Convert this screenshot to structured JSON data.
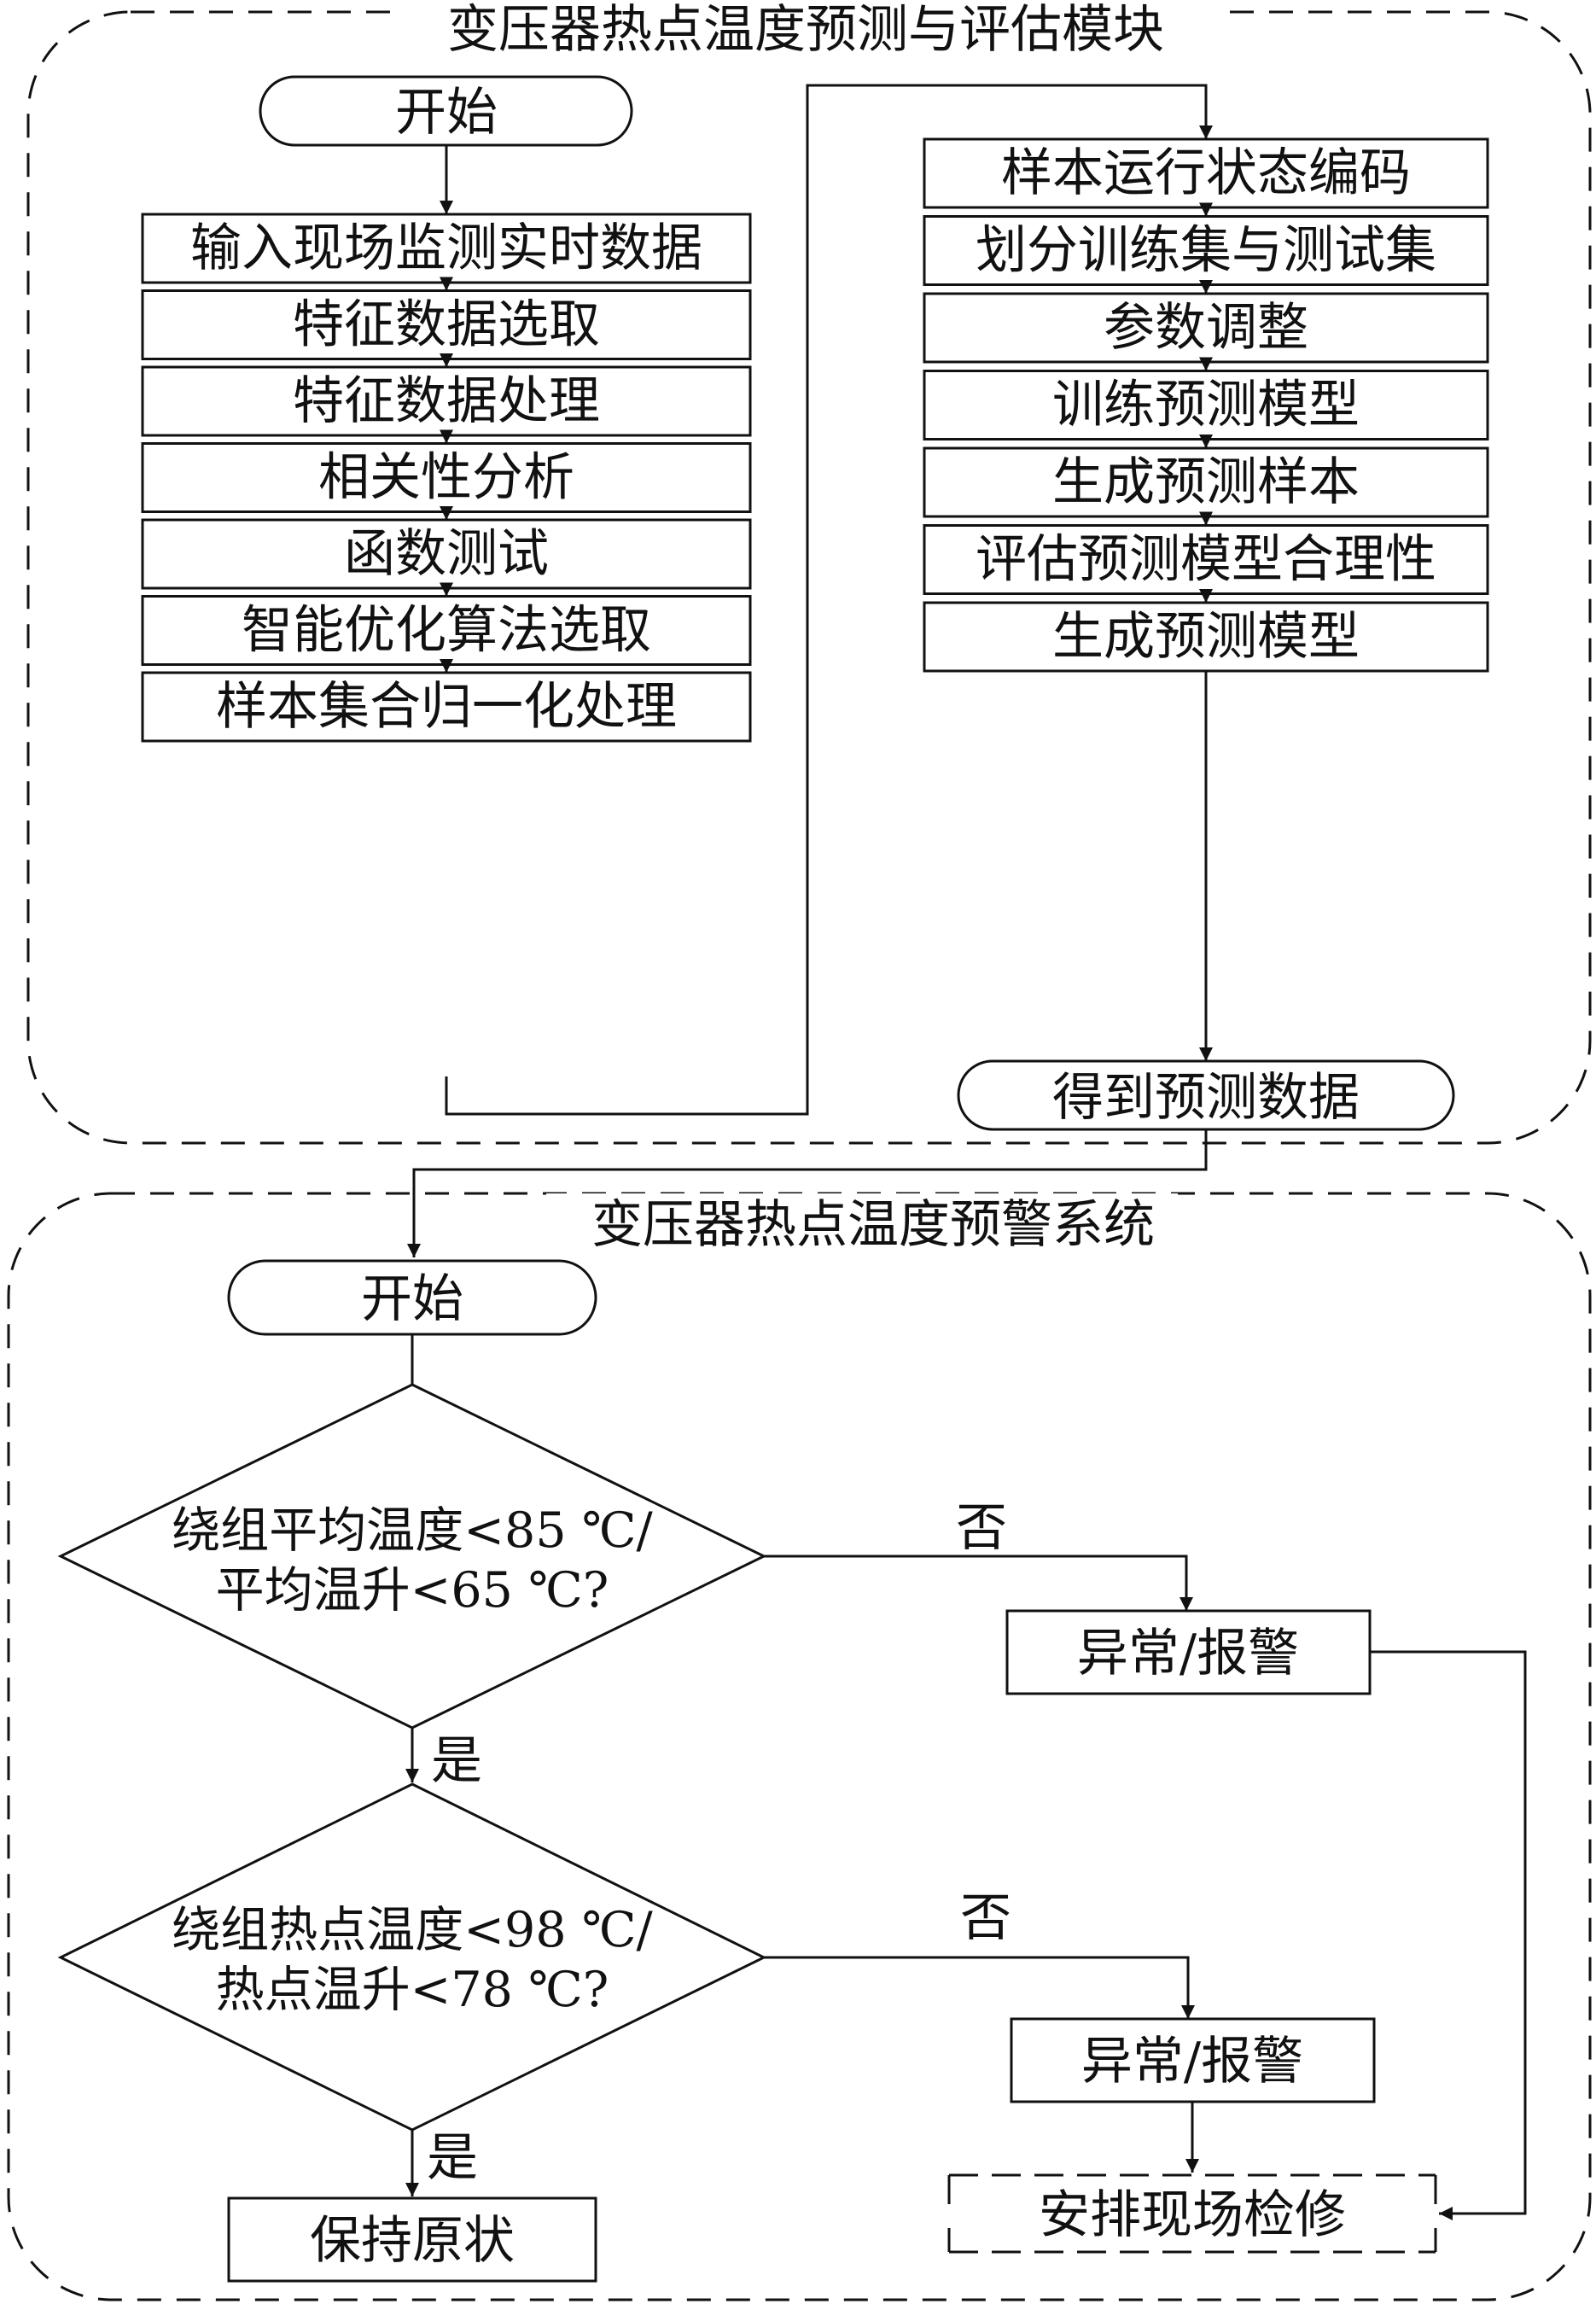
{
  "diagram": {
    "prediction_module": {
      "title": "变压器热点温度预测与评估模块",
      "start": "开始",
      "left_steps": [
        "输入现场监测实时数据",
        "特征数据选取",
        "特征数据处理",
        "相关性分析",
        "函数测试",
        "智能优化算法选取",
        "样本集合归一化处理"
      ],
      "right_steps": [
        "样本运行状态编码",
        "划分训练集与测试集",
        "参数调整",
        "训练预测模型",
        "生成预测样本",
        "评估预测模型合理性",
        "生成预测模型"
      ],
      "end": "得到预测数据"
    },
    "warning_system": {
      "title": "变压器热点温度预警系统",
      "start": "开始",
      "decision1": {
        "line1": "绕组平均温度<85 ℃/",
        "line2": "平均温升<65 ℃?"
      },
      "decision2": {
        "line1": "绕组热点温度<98 ℃/",
        "line2": "热点温升<78 ℃?"
      },
      "no_label_1": "否",
      "yes_label_1": "是",
      "no_label_2": "否",
      "yes_label_2": "是",
      "alarm1": "异常/报警",
      "alarm2": "异常/报警",
      "keep": "保持原状",
      "repair": "安排现场检修"
    }
  }
}
